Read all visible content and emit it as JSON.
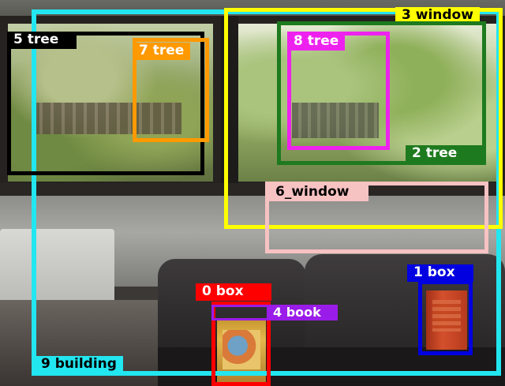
{
  "image": {
    "description": "Photo of a room interior looking out windows onto trees, with a couch and books, overlaid with object-detection bounding boxes and numbered class labels."
  },
  "detections": [
    {
      "id": "0",
      "label": "0 box",
      "color": "#ff0000",
      "text_color": "#ffffff"
    },
    {
      "id": "1",
      "label": "1 box",
      "color": "#0000e0",
      "text_color": "#ffffff"
    },
    {
      "id": "2",
      "label": "2 tree",
      "color": "#1e7a1e",
      "text_color": "#ffffff"
    },
    {
      "id": "3",
      "label": "3 window",
      "color": "#ffff00",
      "text_color": "#000000"
    },
    {
      "id": "4",
      "label": "4 book",
      "color": "#9a1ce8",
      "text_color": "#ffffff"
    },
    {
      "id": "5",
      "label": "5 tree",
      "color": "#000000",
      "text_color": "#ffffff"
    },
    {
      "id": "6",
      "label": "6_window",
      "color": "#f7c2c2",
      "text_color": "#000000"
    },
    {
      "id": "7",
      "label": "7 tree",
      "color": "#ff9900",
      "text_color": "#ffffff"
    },
    {
      "id": "8",
      "label": "8 tree",
      "color": "#ee22ee",
      "text_color": "#ffffff"
    },
    {
      "id": "9",
      "label": "9 building",
      "color": "#22e6f0",
      "text_color": "#000000"
    }
  ]
}
